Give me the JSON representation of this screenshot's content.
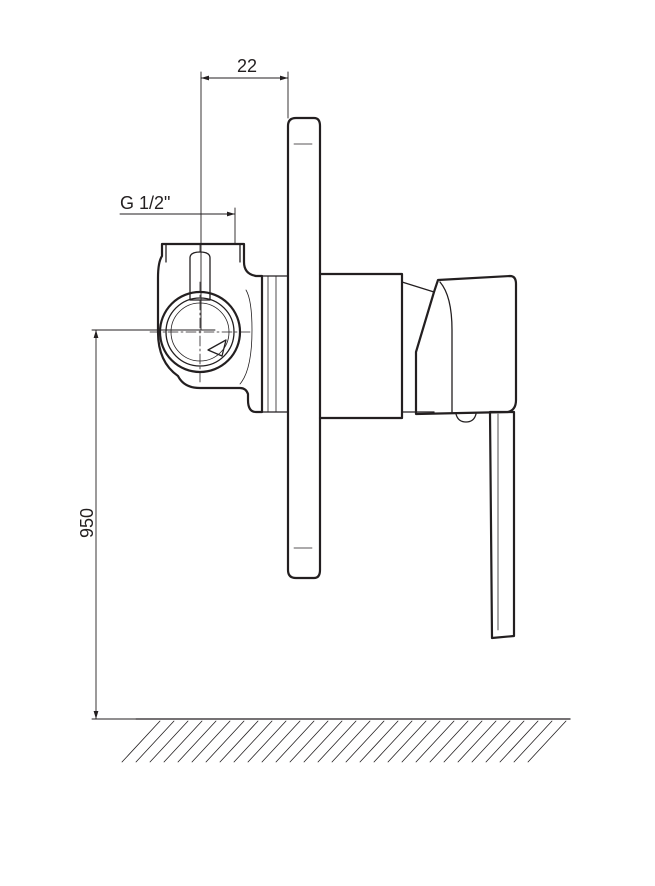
{
  "dimensions": {
    "width_label": "22",
    "thread_label": "G 1/2\"",
    "height_label": "950"
  },
  "colors": {
    "line": "#231f20",
    "background": "#ffffff"
  }
}
